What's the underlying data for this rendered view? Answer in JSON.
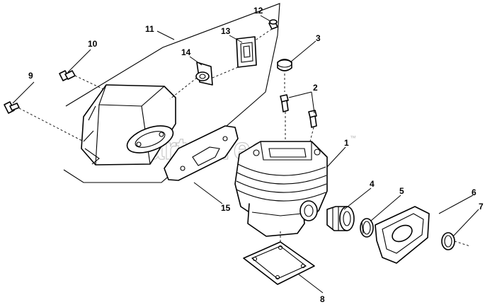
{
  "watermark": {
    "text": "PartsTree",
    "trademark": "™"
  },
  "callouts": [
    {
      "id": "1",
      "label": "1"
    },
    {
      "id": "2",
      "label": "2"
    },
    {
      "id": "3",
      "label": "3"
    },
    {
      "id": "4",
      "label": "4"
    },
    {
      "id": "5",
      "label": "5"
    },
    {
      "id": "6",
      "label": "6"
    },
    {
      "id": "7",
      "label": "7"
    },
    {
      "id": "8",
      "label": "8"
    },
    {
      "id": "9",
      "label": "9"
    },
    {
      "id": "10",
      "label": "10"
    },
    {
      "id": "11",
      "label": "11"
    },
    {
      "id": "12",
      "label": "12"
    },
    {
      "id": "13",
      "label": "13"
    },
    {
      "id": "14",
      "label": "14"
    },
    {
      "id": "15",
      "label": "15"
    }
  ]
}
